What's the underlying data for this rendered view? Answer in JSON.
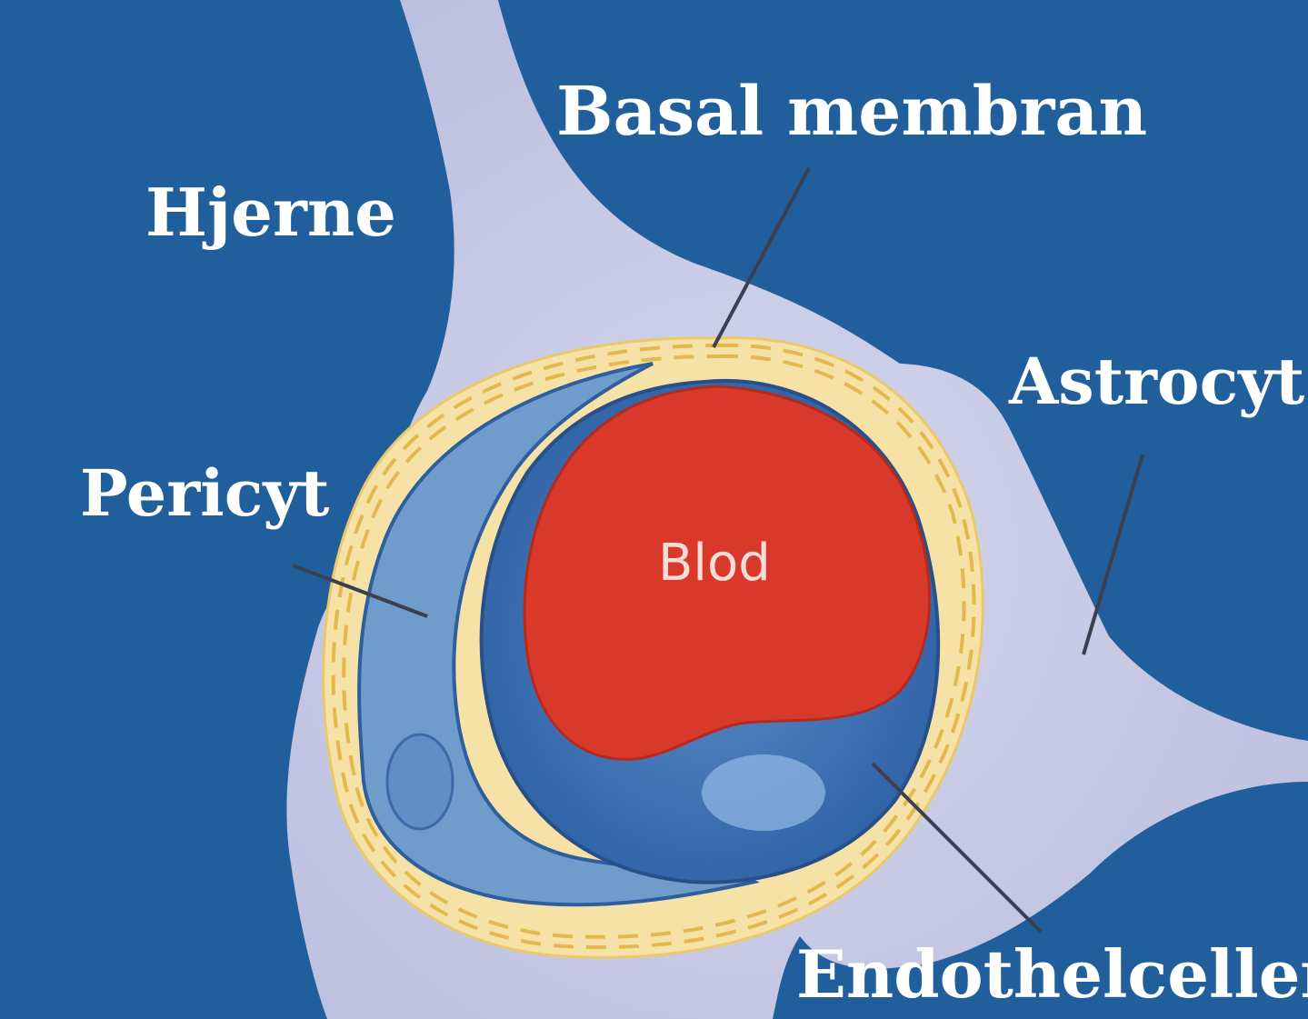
{
  "labels": {
    "brain": "Hjerne",
    "basement_membrane": "Basal membran",
    "astrocyte": "Astrocyt",
    "pericyte": "Pericyt",
    "endothelial_cells": "Endothelcelle​r",
    "blood": "Blod"
  },
  "colors": {
    "background": "#215f9c",
    "astrocyte": "#c9cbe6",
    "basement_membrane": "#f6e2a6",
    "pericyte": "#6f9ccb",
    "endothelium": "#3b6fb0",
    "blood": "#d8392a",
    "label_text": "#ffffff"
  }
}
